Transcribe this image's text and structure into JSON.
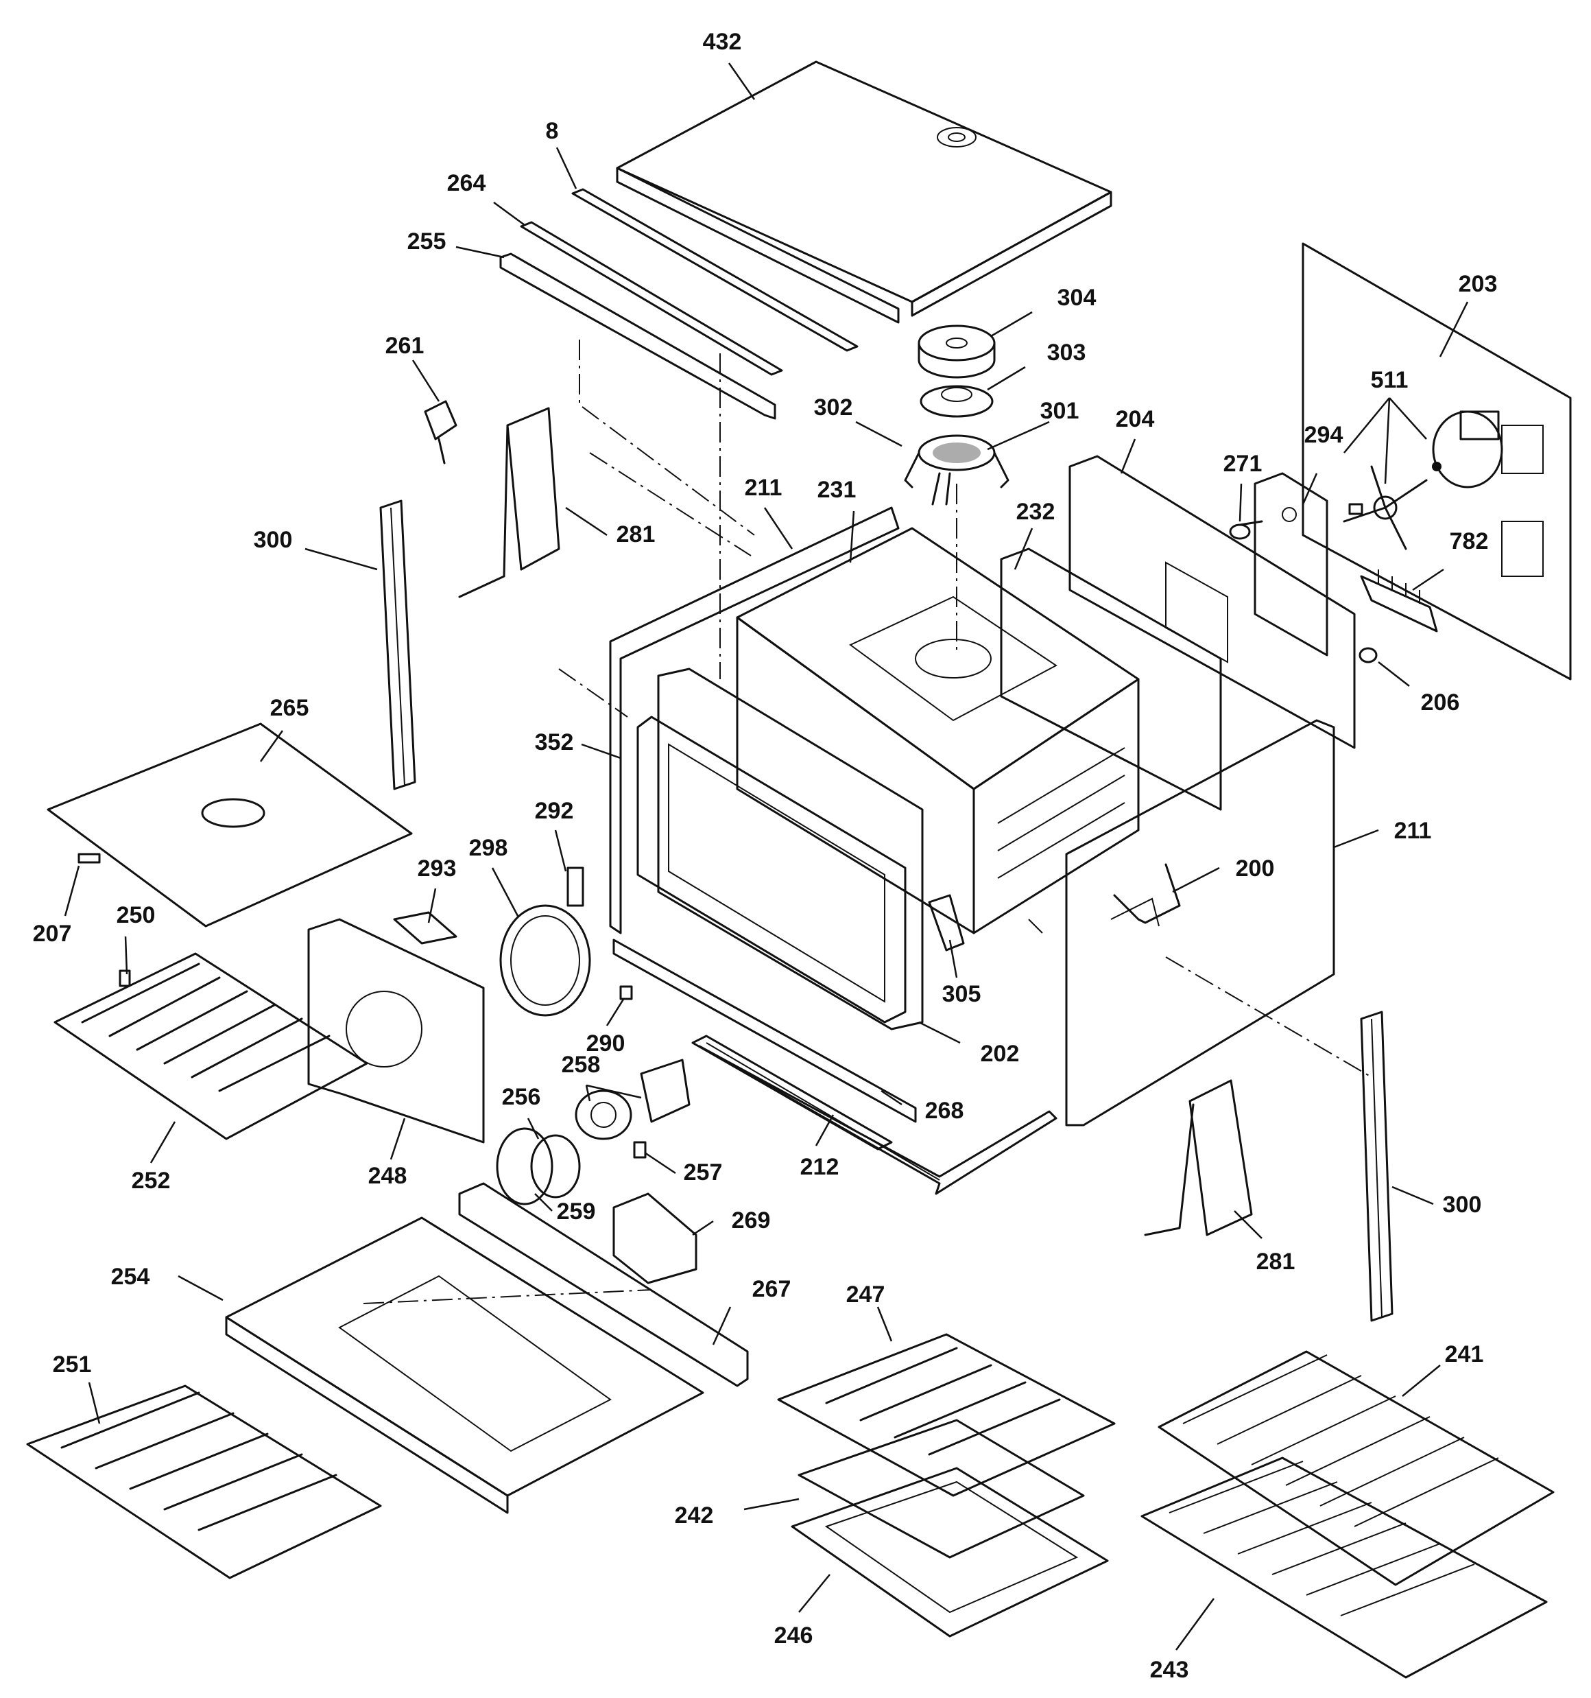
{
  "callouts": [
    {
      "id": "c432",
      "text": "432"
    },
    {
      "id": "c8",
      "text": "8"
    },
    {
      "id": "c264",
      "text": "264"
    },
    {
      "id": "c255",
      "text": "255"
    },
    {
      "id": "c304",
      "text": "304"
    },
    {
      "id": "c303",
      "text": "303"
    },
    {
      "id": "c302",
      "text": "302"
    },
    {
      "id": "c301",
      "text": "301"
    },
    {
      "id": "c203",
      "text": "203"
    },
    {
      "id": "c511",
      "text": "511"
    },
    {
      "id": "c261",
      "text": "261"
    },
    {
      "id": "c281a",
      "text": "281"
    },
    {
      "id": "c300a",
      "text": "300"
    },
    {
      "id": "c211a",
      "text": "211"
    },
    {
      "id": "c231",
      "text": "231"
    },
    {
      "id": "c232",
      "text": "232"
    },
    {
      "id": "c204",
      "text": "204"
    },
    {
      "id": "c271",
      "text": "271"
    },
    {
      "id": "c294",
      "text": "294"
    },
    {
      "id": "c782",
      "text": "782"
    },
    {
      "id": "c206",
      "text": "206"
    },
    {
      "id": "c265",
      "text": "265"
    },
    {
      "id": "c352",
      "text": "352"
    },
    {
      "id": "c292",
      "text": "292"
    },
    {
      "id": "c298",
      "text": "298"
    },
    {
      "id": "c211b",
      "text": "211"
    },
    {
      "id": "c200",
      "text": "200"
    },
    {
      "id": "c293",
      "text": "293"
    },
    {
      "id": "c207",
      "text": "207"
    },
    {
      "id": "c250",
      "text": "250"
    },
    {
      "id": "c305",
      "text": "305"
    },
    {
      "id": "c290",
      "text": "290"
    },
    {
      "id": "c202",
      "text": "202"
    },
    {
      "id": "c258",
      "text": "258"
    },
    {
      "id": "c256",
      "text": "256"
    },
    {
      "id": "c268",
      "text": "268"
    },
    {
      "id": "c252",
      "text": "252"
    },
    {
      "id": "c248",
      "text": "248"
    },
    {
      "id": "c257",
      "text": "257"
    },
    {
      "id": "c212",
      "text": "212"
    },
    {
      "id": "c259",
      "text": "259"
    },
    {
      "id": "c269",
      "text": "269"
    },
    {
      "id": "c300b",
      "text": "300"
    },
    {
      "id": "c281b",
      "text": "281"
    },
    {
      "id": "c254",
      "text": "254"
    },
    {
      "id": "c267",
      "text": "267"
    },
    {
      "id": "c247",
      "text": "247"
    },
    {
      "id": "c241",
      "text": "241"
    },
    {
      "id": "c251",
      "text": "251"
    },
    {
      "id": "c242",
      "text": "242"
    },
    {
      "id": "c246",
      "text": "246"
    },
    {
      "id": "c243",
      "text": "243"
    }
  ]
}
